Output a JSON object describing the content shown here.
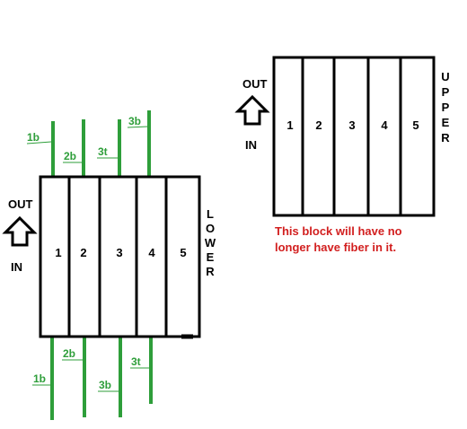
{
  "colors": {
    "line": "#000000",
    "fiber": "#2e9e3a",
    "note": "#d21f1f"
  },
  "lower_block": {
    "side_label": "LOWER",
    "out_label": "OUT",
    "in_label": "IN",
    "arrow_icon": "up-arrow-outline-icon",
    "slots": [
      "1",
      "2",
      "3",
      "4",
      "5"
    ],
    "top_fibers": [
      "1b",
      "2b",
      "3t",
      "3b"
    ],
    "bottom_fibers": [
      "1b",
      "2b",
      "3b",
      "3t"
    ]
  },
  "upper_block": {
    "side_label": "UPPER",
    "out_label": "OUT",
    "in_label": "IN",
    "arrow_icon": "up-arrow-outline-icon",
    "slots": [
      "1",
      "2",
      "3",
      "4",
      "5"
    ],
    "note_line1": "This block will have no",
    "note_line2": "longer have fiber in it."
  }
}
